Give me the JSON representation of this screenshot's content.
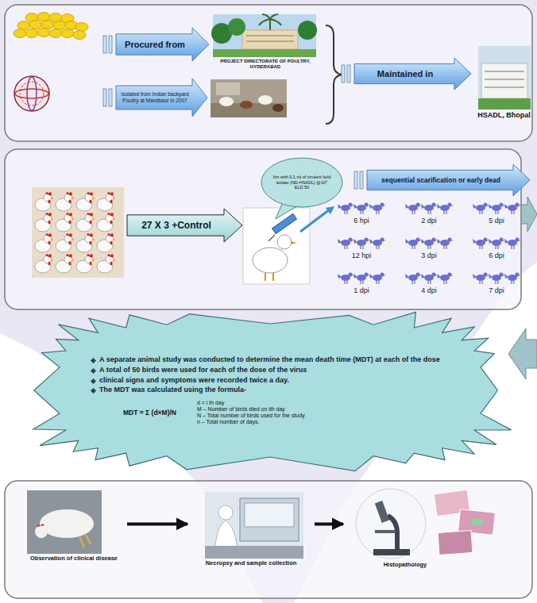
{
  "diagram": {
    "nodes": [
      {
        "text": [
          "Procured from"
        ]
      },
      {
        "text": [
          "PROJECT DIRECTORATE OF POULTRY, HYDERABAD"
        ]
      },
      {
        "text": [
          "Isolated from Indian backyard Poultry at Mandsaur in 2007"
        ]
      },
      {
        "text": [
          "Maintained in"
        ]
      },
      {
        "text": [
          "HSADL, Bhopal"
        ]
      },
      {
        "text": [
          "27 X 3 +Control"
        ]
      },
      {
        "text": [
          "I/m with 0.1 ml of virulent field isolate (ND-HSADL) @10⁶ ELD 50"
        ]
      },
      {
        "text": [
          "sequential scarification or early dead"
        ]
      },
      {
        "text": [
          "A separate animal study was conducted to determine the mean death time (MDT) at each of the dose",
          "A total of 50 birds were used for each of the dose of the virus",
          "clinical signs and symptoms were recorded twice a day.",
          "The MDT was calculated using the formula-",
          "MDT = Σ (d×M)/N",
          "d = i th day",
          "M – Number of birds died on ith day",
          "N – Total number of birds used for the study",
          "n – Total number of days."
        ]
      },
      {
        "text": [
          "Observation of clinical disease"
        ]
      },
      {
        "text": [
          "Necropsy and sample collection"
        ]
      },
      {
        "text": [
          "Histopathology"
        ]
      }
    ],
    "edges": [
      {
        "from": 9,
        "to": 10,
        "arrow": "to"
      },
      {
        "from": 10,
        "to": 11,
        "arrow": "to"
      }
    ],
    "labels": [
      "6 hpi",
      "2 dpi",
      "5 dpi",
      "12 hpi",
      "3 dpi",
      "6 dpi",
      "1 dpi",
      "4 dpi",
      "7 dpi"
    ]
  }
}
